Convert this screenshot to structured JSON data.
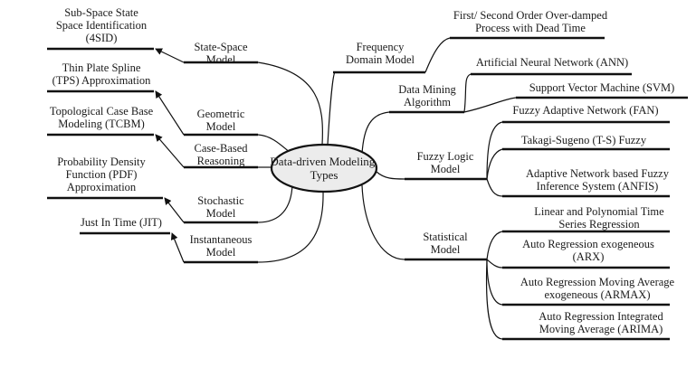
{
  "center": {
    "lines": [
      "Data-driven Modeling",
      "Types"
    ]
  },
  "left": [
    {
      "name": "state-space-model",
      "category": [
        "State-Space",
        "Model"
      ],
      "leaf": [
        "Sub-Space State",
        "Space Identification",
        "(4SID)"
      ]
    },
    {
      "name": "geometric-model",
      "category": [
        "Geometric",
        "Model"
      ],
      "leaf": [
        "Thin Plate Spline",
        "(TPS) Approximation"
      ]
    },
    {
      "name": "case-based-reasoning",
      "category": [
        "Case-Based",
        "Reasoning"
      ],
      "leaf": [
        "Topological Case Base",
        "Modeling (TCBM)"
      ]
    },
    {
      "name": "stochastic-model",
      "category": [
        "Stochastic",
        "Model"
      ],
      "leaf": [
        "Probability Density",
        "Function (PDF)",
        "Approximation"
      ]
    },
    {
      "name": "instantaneous-model",
      "category": [
        "Instantaneous",
        "Model"
      ],
      "leaf": [
        "Just In Time (JIT)"
      ]
    }
  ],
  "right": [
    {
      "name": "frequency-domain-model",
      "category": [
        "Frequency",
        "Domain Model"
      ],
      "leaves": [
        [
          "First/ Second Order Over-damped",
          "Process with Dead Time"
        ]
      ]
    },
    {
      "name": "data-mining-algorithm",
      "category": [
        "Data Mining",
        "Algorithm"
      ],
      "leaves": [
        [
          "Artificial Neural Network (ANN)"
        ],
        [
          "Support Vector Machine (SVM)"
        ]
      ]
    },
    {
      "name": "fuzzy-logic-model",
      "category": [
        "Fuzzy Logic",
        "Model"
      ],
      "leaves": [
        [
          "Fuzzy Adaptive Network (FAN)"
        ],
        [
          "Takagi-Sugeno (T-S) Fuzzy"
        ],
        [
          "Adaptive Network based Fuzzy",
          "Inference System (ANFIS)"
        ]
      ]
    },
    {
      "name": "statistical-model",
      "category": [
        "Statistical",
        "Model"
      ],
      "leaves": [
        [
          "Linear and Polynomial Time",
          "Series Regression"
        ],
        [
          "Auto Regression exogeneous",
          "(ARX)"
        ],
        [
          "Auto Regression Moving Average",
          "exogeneous (ARMAX)"
        ],
        [
          "Auto Regression Integrated",
          "Moving Average (ARIMA)"
        ]
      ]
    }
  ],
  "colors": {
    "ink": "#111111",
    "ellipse_fill": "#ececec",
    "background": "#ffffff"
  }
}
